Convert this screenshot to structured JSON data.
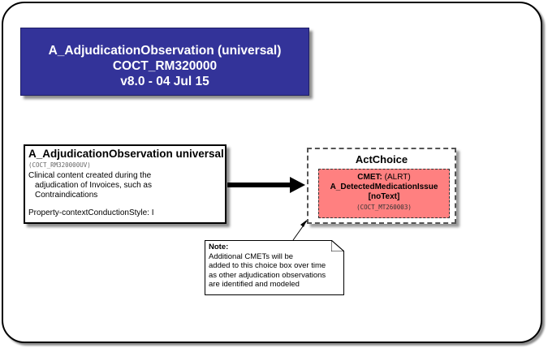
{
  "title": {
    "line1": "A_AdjudicationObservation (universal)",
    "line2": "COCT_RM320000",
    "line3": "v8.0 - 04 Jul 15"
  },
  "entry": {
    "name": "A_AdjudicationObservation universal",
    "code": "(COCT_RM320000UV)",
    "desc1": "Clinical content created during the",
    "desc2": "adjudication of Invoices, such as",
    "desc3": "Contraindications",
    "property": "Property-contextConductionStyle: I"
  },
  "choice": {
    "title": "ActChoice",
    "cmet": {
      "label": "CMET:",
      "type": "(ALRT)",
      "name": "A_DetectedMedicationIssue",
      "flavor": "[noText]",
      "code": "(COCT_MT260003)"
    }
  },
  "note": {
    "title": "Note:",
    "line1": "Additional CMETs will be",
    "line2": "added to this choice box over time",
    "line3": "as other adjudication observations",
    "line4": "are identified and modeled"
  },
  "colors": {
    "title_bg": "#333399",
    "cmet_bg": "#ff8080"
  }
}
